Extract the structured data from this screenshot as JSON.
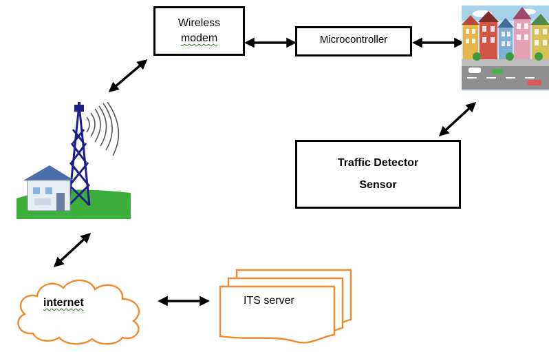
{
  "nodes": {
    "wireless_modem": {
      "line1": "Wireless",
      "line2": "modem"
    },
    "microcontroller": {
      "label": "Microcontroller"
    },
    "traffic_sensor": {
      "line1": "Traffic Detector",
      "line2": "Sensor"
    },
    "internet": {
      "label": "internet"
    },
    "its_server": {
      "label": "ITS server"
    }
  },
  "icons": {
    "street_scene": "city-street-icon",
    "cell_tower": "cell-tower-icon",
    "cloud": "cloud-icon",
    "server": "document-stack-icon"
  },
  "colors": {
    "outline": "#000000",
    "cloud_and_server_stroke": "#f08a2a",
    "tower": "#1e1e8a",
    "grass": "#3cae3c"
  },
  "connections": [
    [
      "cell_tower",
      "wireless_modem"
    ],
    [
      "wireless_modem",
      "microcontroller"
    ],
    [
      "microcontroller",
      "street_scene"
    ],
    [
      "street_scene",
      "traffic_sensor"
    ],
    [
      "cell_tower",
      "internet"
    ],
    [
      "internet",
      "its_server"
    ]
  ]
}
